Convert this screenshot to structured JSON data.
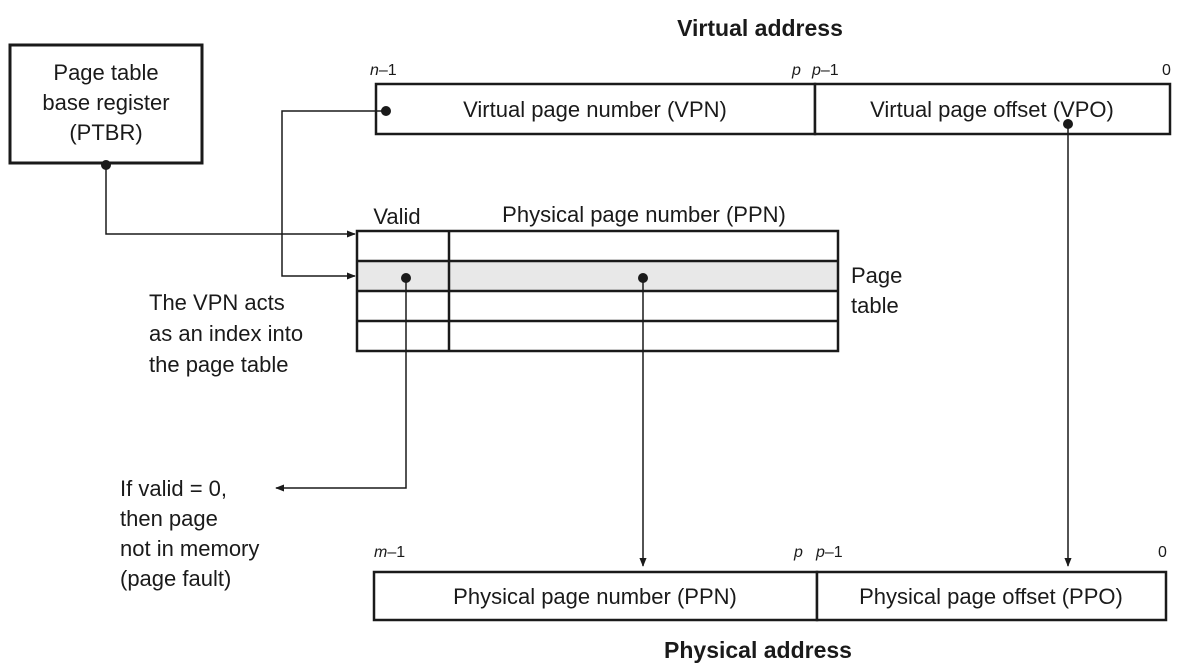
{
  "virtual_address": {
    "title": "Virtual address",
    "bits": {
      "high_var": "n",
      "high_suffix": "–1",
      "p_left": "p",
      "p1_var": "p",
      "p1_suffix": "–1",
      "zero": "0"
    },
    "fields": {
      "vpn": "Virtual page number (VPN)",
      "vpo": "Virtual page offset (VPO)"
    }
  },
  "ptbr": {
    "line1": "Page table",
    "line2": "base register",
    "line3": "(PTBR)"
  },
  "page_table": {
    "valid_header": "Valid",
    "ppn_header": "Physical page number (PPN)",
    "rows": 4,
    "highlighted_row": 2,
    "highlight_color": "#e8e8e8",
    "label_line1": "Page",
    "label_line2": "table"
  },
  "vpn_note": {
    "line1": "The VPN acts",
    "line2": "as an index into",
    "line3": "the page table"
  },
  "fault_note": {
    "line1": "If valid = 0,",
    "line2": "then page",
    "line3": "not in memory",
    "line4": "(page fault)"
  },
  "physical_address": {
    "title": "Physical address",
    "bits": {
      "high_var": "m",
      "high_suffix": "–1",
      "p_left": "p",
      "p1_var": "p",
      "p1_suffix": "–1",
      "zero": "0"
    },
    "fields": {
      "ppn": "Physical page number (PPN)",
      "ppo": "Physical page offset (PPO)"
    }
  }
}
